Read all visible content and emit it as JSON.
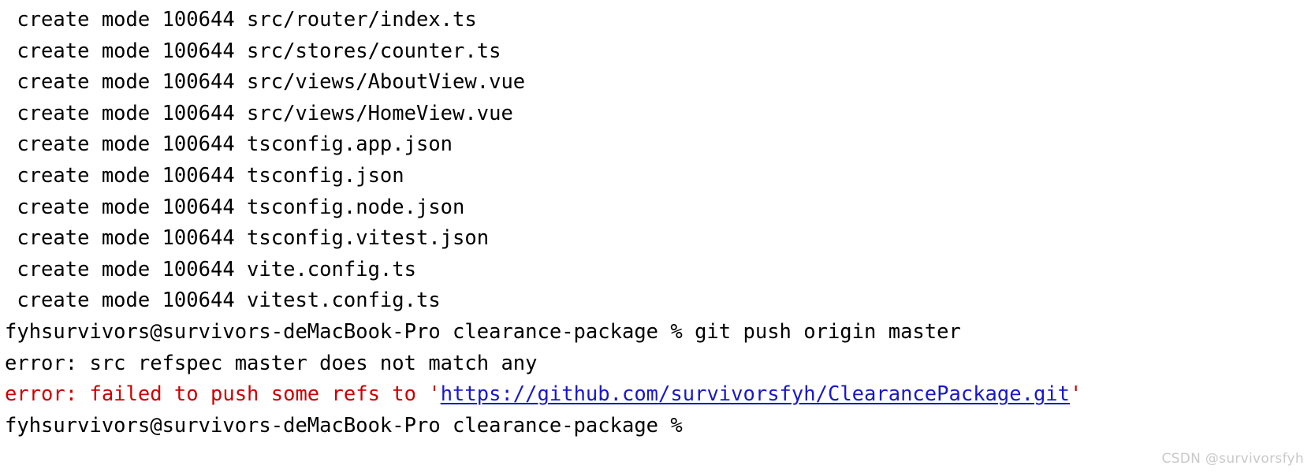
{
  "terminal": {
    "background_color": "#ffffff",
    "default_text_color": "#000000",
    "error_text_color": "#cc0000",
    "url_text_color": "#1818c8",
    "lines": [
      {
        "id": "create-mode-router-index",
        "segments": [
          {
            "text": " create mode 100644 src/router/index.ts",
            "style": "default"
          }
        ]
      },
      {
        "id": "create-mode-stores-counter",
        "segments": [
          {
            "text": " create mode 100644 src/stores/counter.ts",
            "style": "default"
          }
        ]
      },
      {
        "id": "create-mode-aboutview",
        "segments": [
          {
            "text": " create mode 100644 src/views/AboutView.vue",
            "style": "default"
          }
        ]
      },
      {
        "id": "create-mode-homeview",
        "segments": [
          {
            "text": " create mode 100644 src/views/HomeView.vue",
            "style": "default"
          }
        ]
      },
      {
        "id": "create-mode-tsconfig-app",
        "segments": [
          {
            "text": " create mode 100644 tsconfig.app.json",
            "style": "default"
          }
        ]
      },
      {
        "id": "create-mode-tsconfig",
        "segments": [
          {
            "text": " create mode 100644 tsconfig.json",
            "style": "default"
          }
        ]
      },
      {
        "id": "create-mode-tsconfig-node",
        "segments": [
          {
            "text": " create mode 100644 tsconfig.node.json",
            "style": "default"
          }
        ]
      },
      {
        "id": "create-mode-tsconfig-vitest",
        "segments": [
          {
            "text": " create mode 100644 tsconfig.vitest.json",
            "style": "default"
          }
        ]
      },
      {
        "id": "create-mode-vite-config",
        "segments": [
          {
            "text": " create mode 100644 vite.config.ts",
            "style": "default"
          }
        ]
      },
      {
        "id": "create-mode-vitest-config",
        "segments": [
          {
            "text": " create mode 100644 vitest.config.ts",
            "style": "default"
          }
        ]
      },
      {
        "id": "prompt-git-push",
        "segments": [
          {
            "text": "fyhsurvivors@survivors-deMacBook-Pro clearance-package % git push origin master",
            "style": "default"
          }
        ]
      },
      {
        "id": "error-refspec",
        "segments": [
          {
            "text": "error: src refspec master does not match any",
            "style": "default"
          }
        ]
      },
      {
        "id": "error-failed-to-push",
        "segments": [
          {
            "text": "error: failed to push some refs to '",
            "style": "error"
          },
          {
            "text": "https://github.com/survivorsfyh/ClearancePackage.git",
            "style": "url"
          },
          {
            "text": "'",
            "style": "error"
          }
        ]
      },
      {
        "id": "prompt-empty",
        "segments": [
          {
            "text": "fyhsurvivors@survivors-deMacBook-Pro clearance-package % ",
            "style": "default"
          }
        ]
      }
    ]
  },
  "watermark": {
    "text": "CSDN @survivorsfyh",
    "color": "#c9c9c9"
  }
}
